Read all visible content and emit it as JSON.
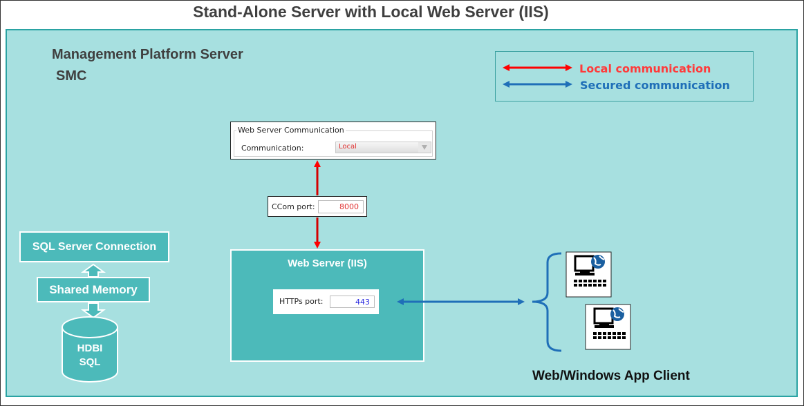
{
  "title": "Stand-Alone Server with Local Web Server (IIS)",
  "server": {
    "line1": "Management Platform Server",
    "line2": "SMC"
  },
  "legend": {
    "local": "Local communication",
    "secured": "Secured communication",
    "local_color": "#ff0000",
    "secured_color": "#1f6fb8"
  },
  "web_comm": {
    "group_label": "Web Server Communication",
    "field_label": "Communication:",
    "value": "Local"
  },
  "ccom": {
    "label": "CCom port:",
    "value": "8000"
  },
  "web_server": {
    "title": "Web Server (IIS)",
    "https_label": "HTTPs port:",
    "https_value": "443"
  },
  "db": {
    "connection": "SQL Server Connection",
    "memory": "Shared Memory",
    "cylinder_line1": "HDBI",
    "cylinder_line2": "SQL"
  },
  "client": {
    "label": "Web/Windows App Client"
  }
}
